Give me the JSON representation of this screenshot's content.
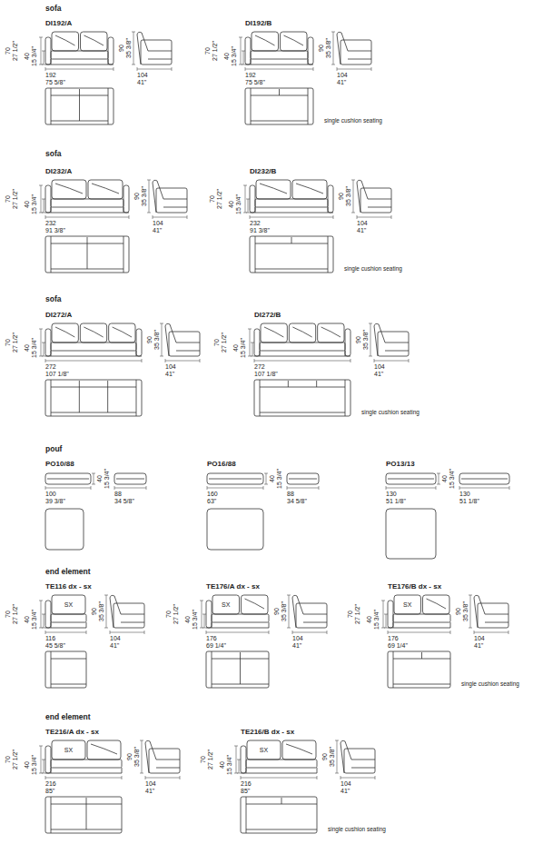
{
  "diagram": {
    "labels": [
      "sofa",
      "DI192/A",
      "70",
      "27 1/2\"",
      "40",
      "15 3/4\"",
      "90",
      "35 3/8\"",
      "192",
      "75 5/8\"",
      "104",
      "41\"",
      "DI192/B",
      "70",
      "27 1/2\"",
      "40",
      "15 3/4\"",
      "90",
      "35 3/8\"",
      "192",
      "75 5/8\"",
      "104",
      "41\"",
      "single cushion seating",
      "sofa",
      "DI232/A",
      "70",
      "27 1/2\"",
      "40",
      "15 3/4\"",
      "90",
      "35 3/8\"",
      "232",
      "91 3/8\"",
      "104",
      "41\"",
      "DI232/B",
      "70",
      "27 1/2\"",
      "40",
      "15 3/4\"",
      "90",
      "35 3/8\"",
      "232",
      "91 3/8\"",
      "104",
      "41\"",
      "single cushion seating",
      "sofa",
      "DI272/A",
      "70",
      "27 1/2\"",
      "40",
      "15 3/4\"",
      "90",
      "35 3/8\"",
      "272",
      "107 1/8\"",
      "104",
      "41\"",
      "DI272/B",
      "70",
      "27 1/2\"",
      "40",
      "15 3/4\"",
      "90",
      "35 3/8\"",
      "272",
      "107 1/8\"",
      "104",
      "41\"",
      "single cushion seating",
      "pouf",
      "PO10/88",
      "100",
      "39 3/8\"",
      "40",
      "15 3/4\"",
      "88",
      "34 5/8\"",
      "PO16/88",
      "160",
      "63\"",
      "40",
      "15 3/4\"",
      "88",
      "34 5/8\"",
      "PO13/13",
      "130",
      "51 1/8\"",
      "40",
      "15 3/4\"",
      "130",
      "51 1/8\"",
      "end element",
      "TE116 dx - sx",
      "70",
      "27 1/2\"",
      "40",
      "15 3/4\"",
      "SX",
      "90",
      "35 3/8\"",
      "116",
      "45 5/8\"",
      "104",
      "41\"",
      "TE176/A dx - sx",
      "70",
      "27 1/2\"",
      "40",
      "15 3/4\"",
      "SX",
      "90",
      "35 3/8\"",
      "176",
      "69 1/4\"",
      "104",
      "41\"",
      "TE176/B dx - sx",
      "70",
      "27 1/2\"",
      "40",
      "15 3/4\"",
      "SX",
      "90",
      "35 3/8\"",
      "176",
      "69 1/4\"",
      "104",
      "41\"",
      "single cushion seating",
      "end element",
      "TE216/A dx - sx",
      "70",
      "27 1/2\"",
      "40",
      "15 3/4\"",
      "SX",
      "90",
      "35 3/8\"",
      "216",
      "85\"",
      "104",
      "41\"",
      "TE216/B dx - sx",
      "70",
      "27 1/2\"",
      "40",
      "15 3/4\"",
      "SX",
      "90",
      "35 3/8\"",
      "216",
      "85\"",
      "104",
      "41\"",
      "single cushion seating"
    ]
  }
}
